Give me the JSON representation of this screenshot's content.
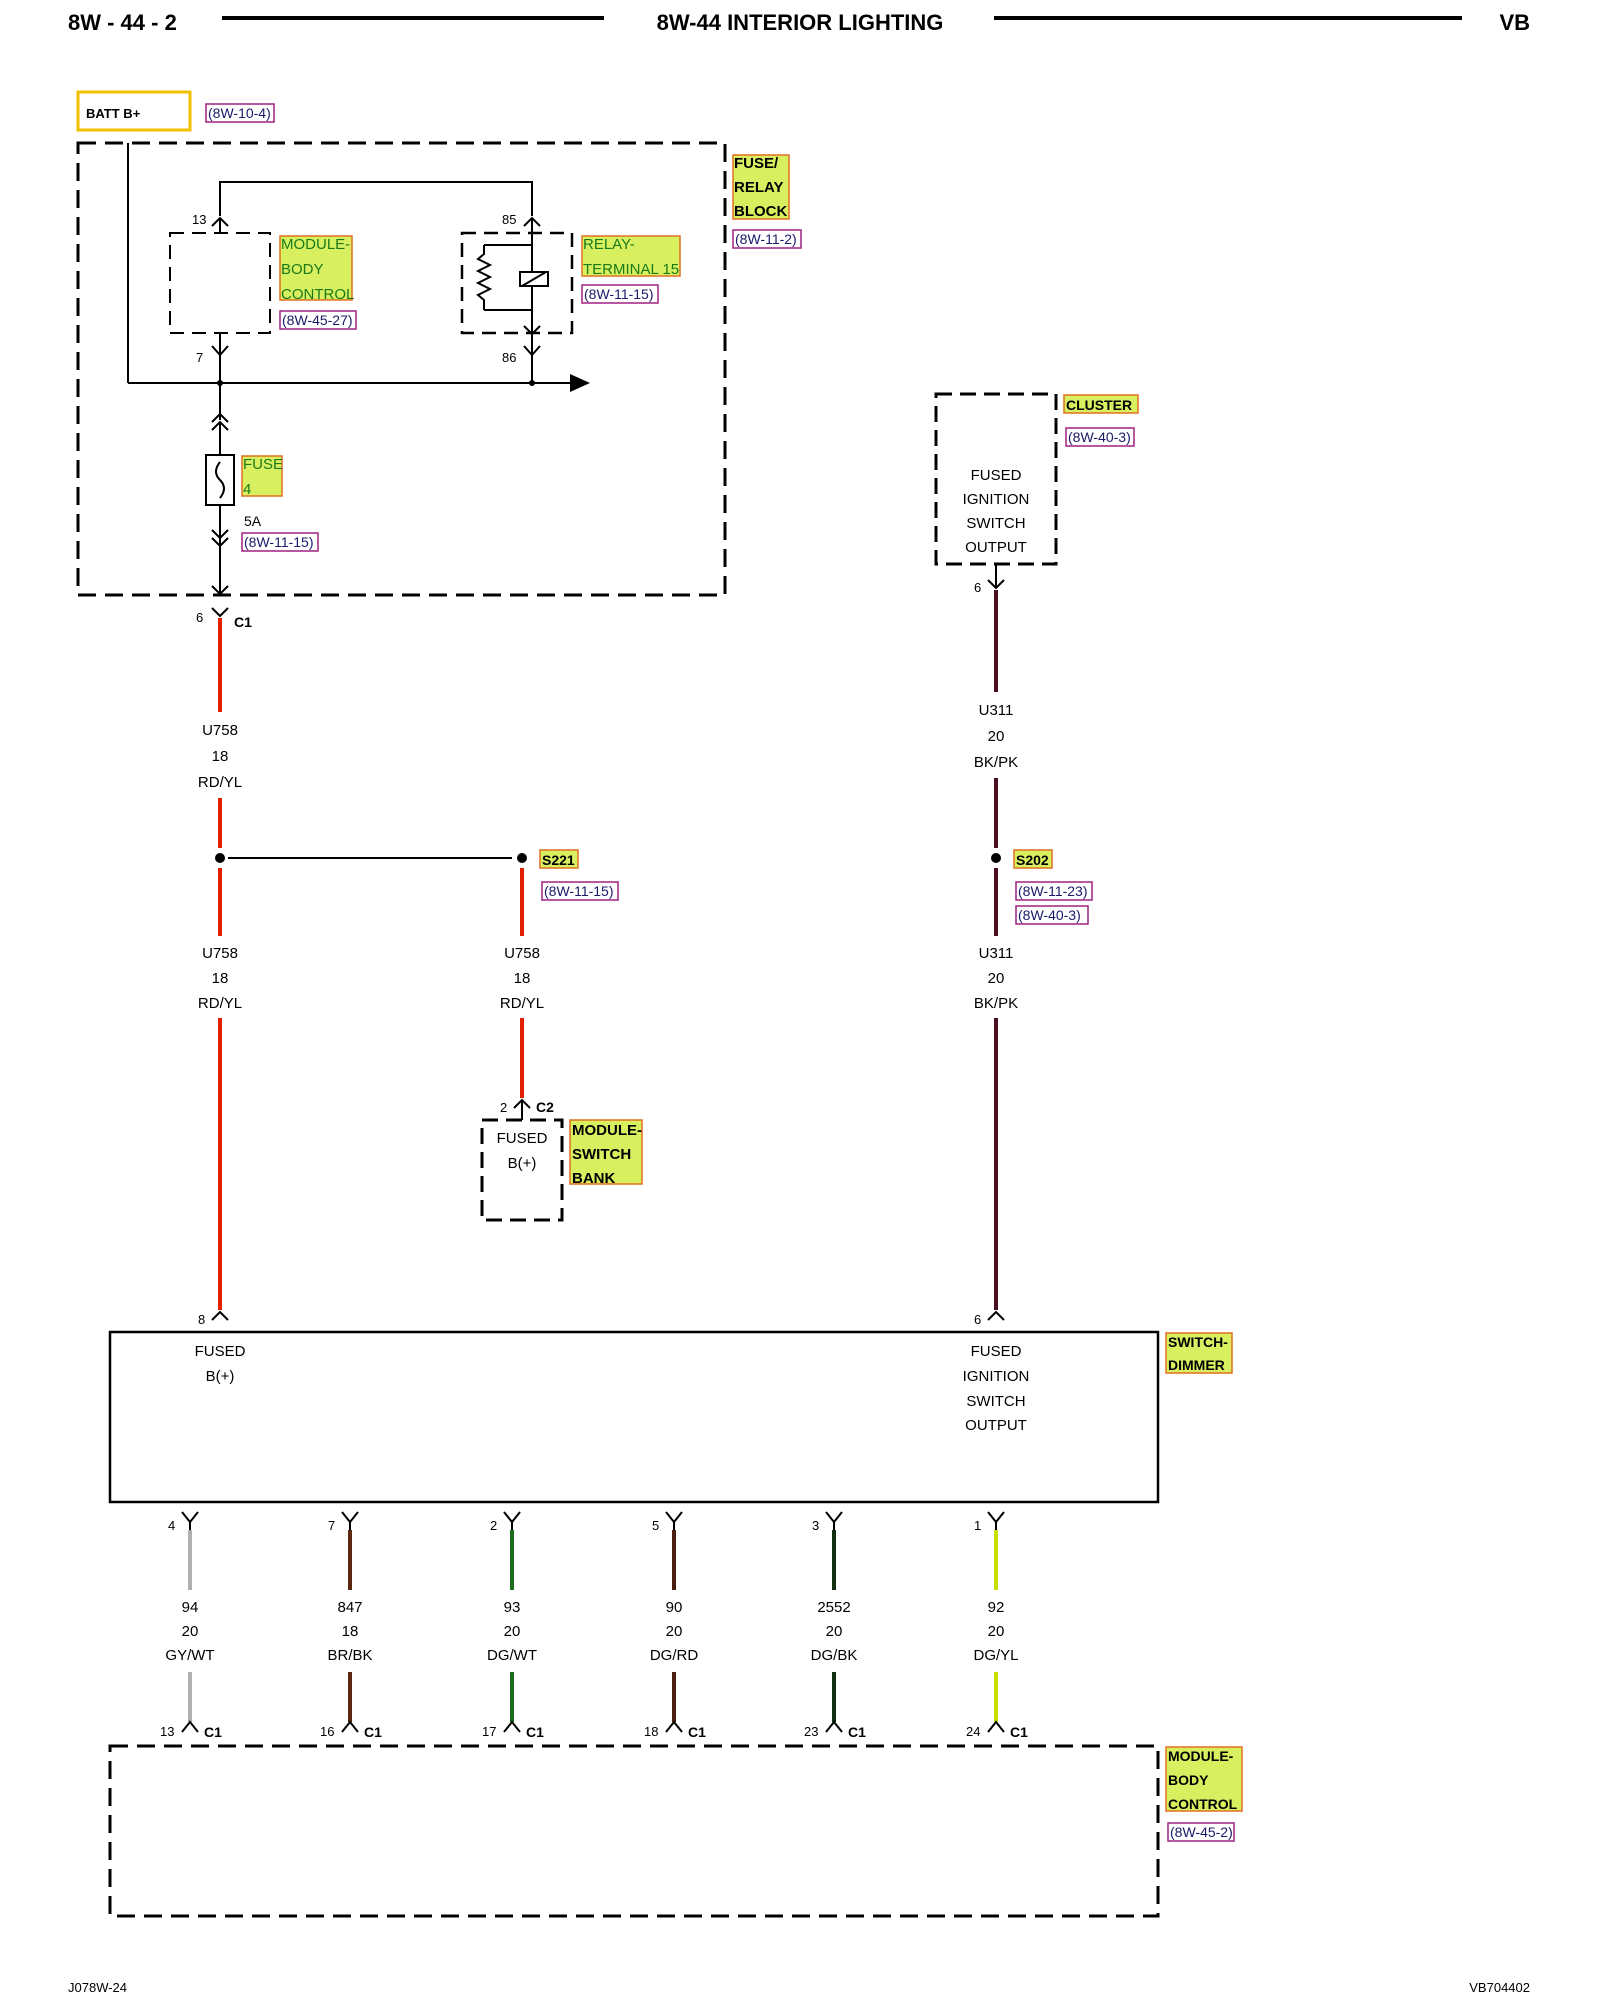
{
  "header": {
    "page": "8W - 44 - 2",
    "title": "8W-44 INTERIOR LIGHTING",
    "vehicle": "VB"
  },
  "footer": {
    "left": "J078W-24",
    "right": "VB704402"
  },
  "batt": {
    "label": "BATT B+",
    "ref": "(8W-10-4)"
  },
  "fuse_relay_block": {
    "label": [
      "FUSE/",
      "RELAY",
      "BLOCK"
    ],
    "ref": "(8W-11-2)"
  },
  "module_body_control_internal": {
    "label": [
      "MODULE-",
      "BODY",
      "CONTROL"
    ],
    "ref": "(8W-45-27)",
    "pin_top": "13",
    "pin_bottom": "7"
  },
  "relay_terminal": {
    "label": [
      "RELAY-",
      "TERMINAL 15"
    ],
    "ref": "(8W-11-15)",
    "pin_top": "85",
    "pin_bottom": "86"
  },
  "fuse": {
    "label": [
      "FUSE",
      "4"
    ],
    "rating": "5A",
    "ref": "(8W-11-15)"
  },
  "connector_c1_top": {
    "pin": "6",
    "name": "C1"
  },
  "wire_u758_a": {
    "circuit": "U758",
    "gauge": "18",
    "color": "RD/YL"
  },
  "splice_s221": {
    "name": "S221",
    "ref": "(8W-11-15)"
  },
  "wire_u758_b": {
    "circuit": "U758",
    "gauge": "18",
    "color": "RD/YL"
  },
  "wire_u758_c": {
    "circuit": "U758",
    "gauge": "18",
    "color": "RD/YL"
  },
  "switch_bank": {
    "label": [
      "MODULE-",
      "SWITCH",
      "BANK"
    ],
    "text": [
      "FUSED",
      "B(+)"
    ],
    "pin": "2",
    "conn": "C2"
  },
  "cluster": {
    "label": "CLUSTER",
    "ref": "(8W-40-3)",
    "text": [
      "FUSED",
      "IGNITION",
      "SWITCH",
      "OUTPUT"
    ],
    "pin": "6"
  },
  "wire_u311_a": {
    "circuit": "U311",
    "gauge": "20",
    "color": "BK/PK"
  },
  "splice_s202": {
    "name": "S202",
    "refs": [
      "(8W-11-23)",
      "(8W-40-3)"
    ]
  },
  "wire_u311_b": {
    "circuit": "U311",
    "gauge": "20",
    "color": "BK/PK"
  },
  "switch_dimmer": {
    "label": [
      "SWITCH-",
      "DIMMER"
    ],
    "left_text": [
      "FUSED",
      "B(+)"
    ],
    "left_pin": "8",
    "right_text": [
      "FUSED",
      "IGNITION",
      "SWITCH",
      "OUTPUT"
    ],
    "right_pin": "6"
  },
  "bottom_wires": [
    {
      "top_pin": "4",
      "circuit": "94",
      "gauge": "20",
      "color": "GY/WT",
      "bottom_pin": "13",
      "conn": "C1",
      "hex": "#b0b0b0"
    },
    {
      "top_pin": "7",
      "circuit": "847",
      "gauge": "18",
      "color": "BR/BK",
      "bottom_pin": "16",
      "conn": "C1",
      "hex": "#5a2a10"
    },
    {
      "top_pin": "2",
      "circuit": "93",
      "gauge": "20",
      "color": "DG/WT",
      "bottom_pin": "17",
      "conn": "C1",
      "hex": "#1f6b1f"
    },
    {
      "top_pin": "5",
      "circuit": "90",
      "gauge": "20",
      "color": "DG/RD",
      "bottom_pin": "18",
      "conn": "C1",
      "hex": "#4a1f10"
    },
    {
      "top_pin": "3",
      "circuit": "2552",
      "gauge": "20",
      "color": "DG/BK",
      "bottom_pin": "23",
      "conn": "C1",
      "hex": "#103010"
    },
    {
      "top_pin": "1",
      "circuit": "92",
      "gauge": "20",
      "color": "DG/YL",
      "bottom_pin": "24",
      "conn": "C1",
      "hex": "#c8e000"
    }
  ],
  "module_body_control_bottom": {
    "label": [
      "MODULE-",
      "BODY",
      "CONTROL"
    ],
    "ref": "(8W-45-2)"
  },
  "colors": {
    "rd_yl": "#e02000",
    "bk_pk": "#4a1020",
    "highlight": "#d8f060",
    "highlight_border": "#e07020",
    "ref_border": "#a02080",
    "batt_border": "#f0c000"
  }
}
